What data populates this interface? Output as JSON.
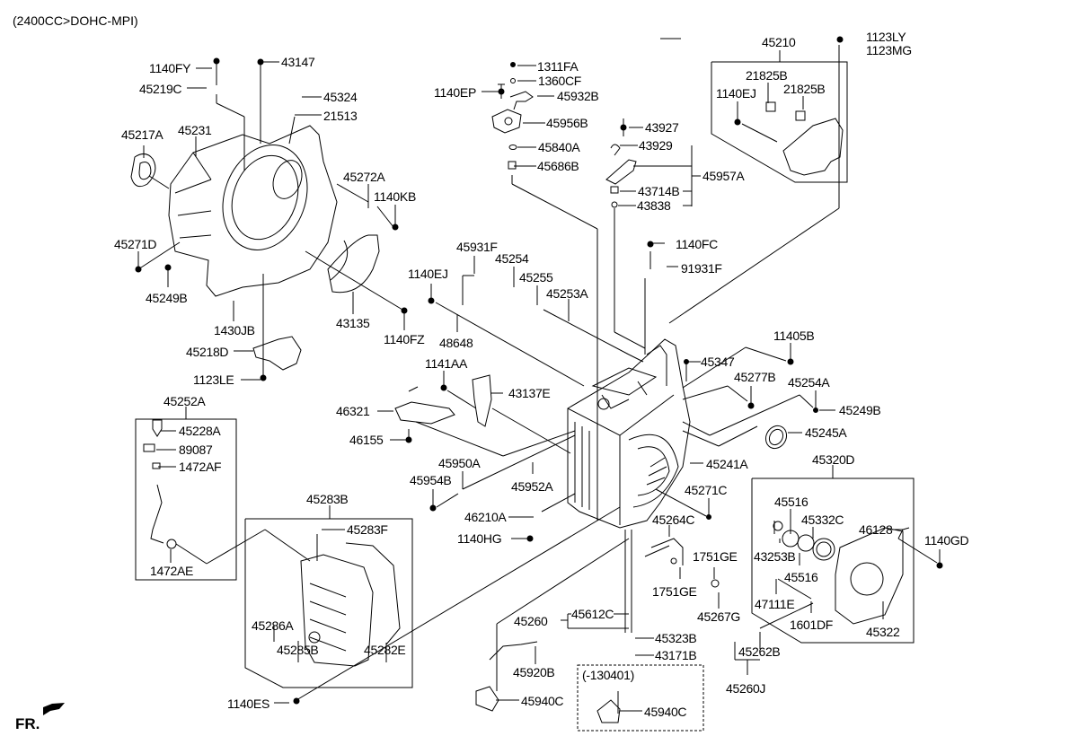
{
  "header": {
    "engine_spec": "(2400CC>DOHC-MPI)"
  },
  "orientation": {
    "label": "FR.",
    "icon": "front-direction-arrow-icon"
  },
  "groups": {
    "rear_cover": {
      "part": "45210"
    },
    "breather_hose": {
      "part": "45252A"
    },
    "oil_pan": {
      "part": "45283B"
    },
    "end_cover": {
      "part": "45320D"
    },
    "serial_range": {
      "label": "(-130401)",
      "part": "45940C"
    }
  },
  "parts": [
    {
      "id": "1140FY"
    },
    {
      "id": "45219C"
    },
    {
      "id": "43147"
    },
    {
      "id": "45324"
    },
    {
      "id": "21513"
    },
    {
      "id": "45217A"
    },
    {
      "id": "45231"
    },
    {
      "id": "45272A"
    },
    {
      "id": "1140KB"
    },
    {
      "id": "45271D"
    },
    {
      "id": "45249B"
    },
    {
      "id": "1430JB"
    },
    {
      "id": "43135"
    },
    {
      "id": "1140FZ"
    },
    {
      "id": "45218D"
    },
    {
      "id": "1123LE"
    },
    {
      "id": "1311FA"
    },
    {
      "id": "1360CF"
    },
    {
      "id": "1140EP"
    },
    {
      "id": "45932B"
    },
    {
      "id": "45956B"
    },
    {
      "id": "45840A"
    },
    {
      "id": "45686B"
    },
    {
      "id": "43927"
    },
    {
      "id": "43929"
    },
    {
      "id": "45957A"
    },
    {
      "id": "43714B"
    },
    {
      "id": "43838"
    },
    {
      "id": "45210"
    },
    {
      "id": "1123LY"
    },
    {
      "id": "1123MG"
    },
    {
      "id": "21825B"
    },
    {
      "id": "21825B"
    },
    {
      "id": "1140EJ"
    },
    {
      "id": "45931F"
    },
    {
      "id": "45254"
    },
    {
      "id": "1140EJ"
    },
    {
      "id": "45255"
    },
    {
      "id": "45253A"
    },
    {
      "id": "48648"
    },
    {
      "id": "1140FC"
    },
    {
      "id": "91931F"
    },
    {
      "id": "11405B"
    },
    {
      "id": "45347"
    },
    {
      "id": "45277B"
    },
    {
      "id": "45254A"
    },
    {
      "id": "45249B"
    },
    {
      "id": "45245A"
    },
    {
      "id": "45241A"
    },
    {
      "id": "1141AA"
    },
    {
      "id": "43137E"
    },
    {
      "id": "46321"
    },
    {
      "id": "46155"
    },
    {
      "id": "45950A"
    },
    {
      "id": "45954B"
    },
    {
      "id": "45952A"
    },
    {
      "id": "46210A"
    },
    {
      "id": "1140HG"
    },
    {
      "id": "45271C"
    },
    {
      "id": "45264C"
    },
    {
      "id": "1751GE"
    },
    {
      "id": "1751GE"
    },
    {
      "id": "45267G"
    },
    {
      "id": "45252A"
    },
    {
      "id": "45228A"
    },
    {
      "id": "89087"
    },
    {
      "id": "1472AF"
    },
    {
      "id": "1472AE"
    },
    {
      "id": "45283B"
    },
    {
      "id": "45283F"
    },
    {
      "id": "45286A"
    },
    {
      "id": "45285B"
    },
    {
      "id": "45282E"
    },
    {
      "id": "1140ES"
    },
    {
      "id": "45260"
    },
    {
      "id": "45612C"
    },
    {
      "id": "45323B"
    },
    {
      "id": "43171B"
    },
    {
      "id": "45920B"
    },
    {
      "id": "45940C"
    },
    {
      "id": "-130401"
    },
    {
      "id": "45940C"
    },
    {
      "id": "45320D"
    },
    {
      "id": "45516"
    },
    {
      "id": "45332C"
    },
    {
      "id": "46128"
    },
    {
      "id": "1140GD"
    },
    {
      "id": "43253B"
    },
    {
      "id": "45516"
    },
    {
      "id": "47111E"
    },
    {
      "id": "1601DF"
    },
    {
      "id": "45322"
    },
    {
      "id": "45262B"
    },
    {
      "id": "45260J"
    }
  ]
}
